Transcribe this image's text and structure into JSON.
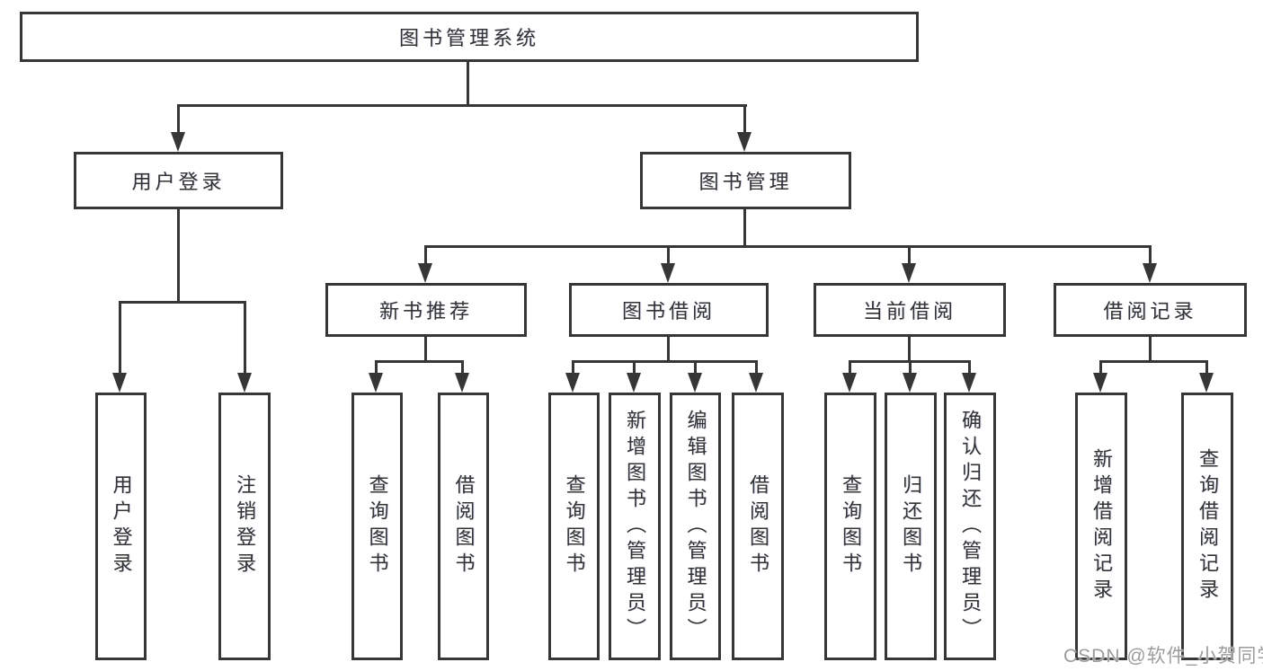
{
  "tree": {
    "label": "图书管理系统",
    "children": [
      {
        "label": "用户登录",
        "children": [
          {
            "label": "用户登录"
          },
          {
            "label": "注销登录"
          }
        ]
      },
      {
        "label": "图书管理",
        "children": [
          {
            "label": "新书推荐",
            "children": [
              {
                "label": "查询图书"
              },
              {
                "label": "借阅图书"
              }
            ]
          },
          {
            "label": "图书借阅",
            "children": [
              {
                "label": "查询图书"
              },
              {
                "label": "新增图书（管理员）"
              },
              {
                "label": "编辑图书（管理员）"
              },
              {
                "label": "借阅图书"
              }
            ]
          },
          {
            "label": "当前借阅",
            "children": [
              {
                "label": "查询图书"
              },
              {
                "label": "归还图书"
              },
              {
                "label": "确认归还（管理员）"
              }
            ]
          },
          {
            "label": "借阅记录",
            "children": [
              {
                "label": "新增借阅记录"
              },
              {
                "label": "查询借阅记录"
              }
            ]
          }
        ]
      }
    ]
  },
  "watermark": {
    "text": "CSDN @软件_小贺同学"
  },
  "colors": {
    "background": "#ffffff",
    "line": "#363636",
    "box_border": "#363636",
    "text": "#333333",
    "watermark": "#9c9c9c"
  }
}
